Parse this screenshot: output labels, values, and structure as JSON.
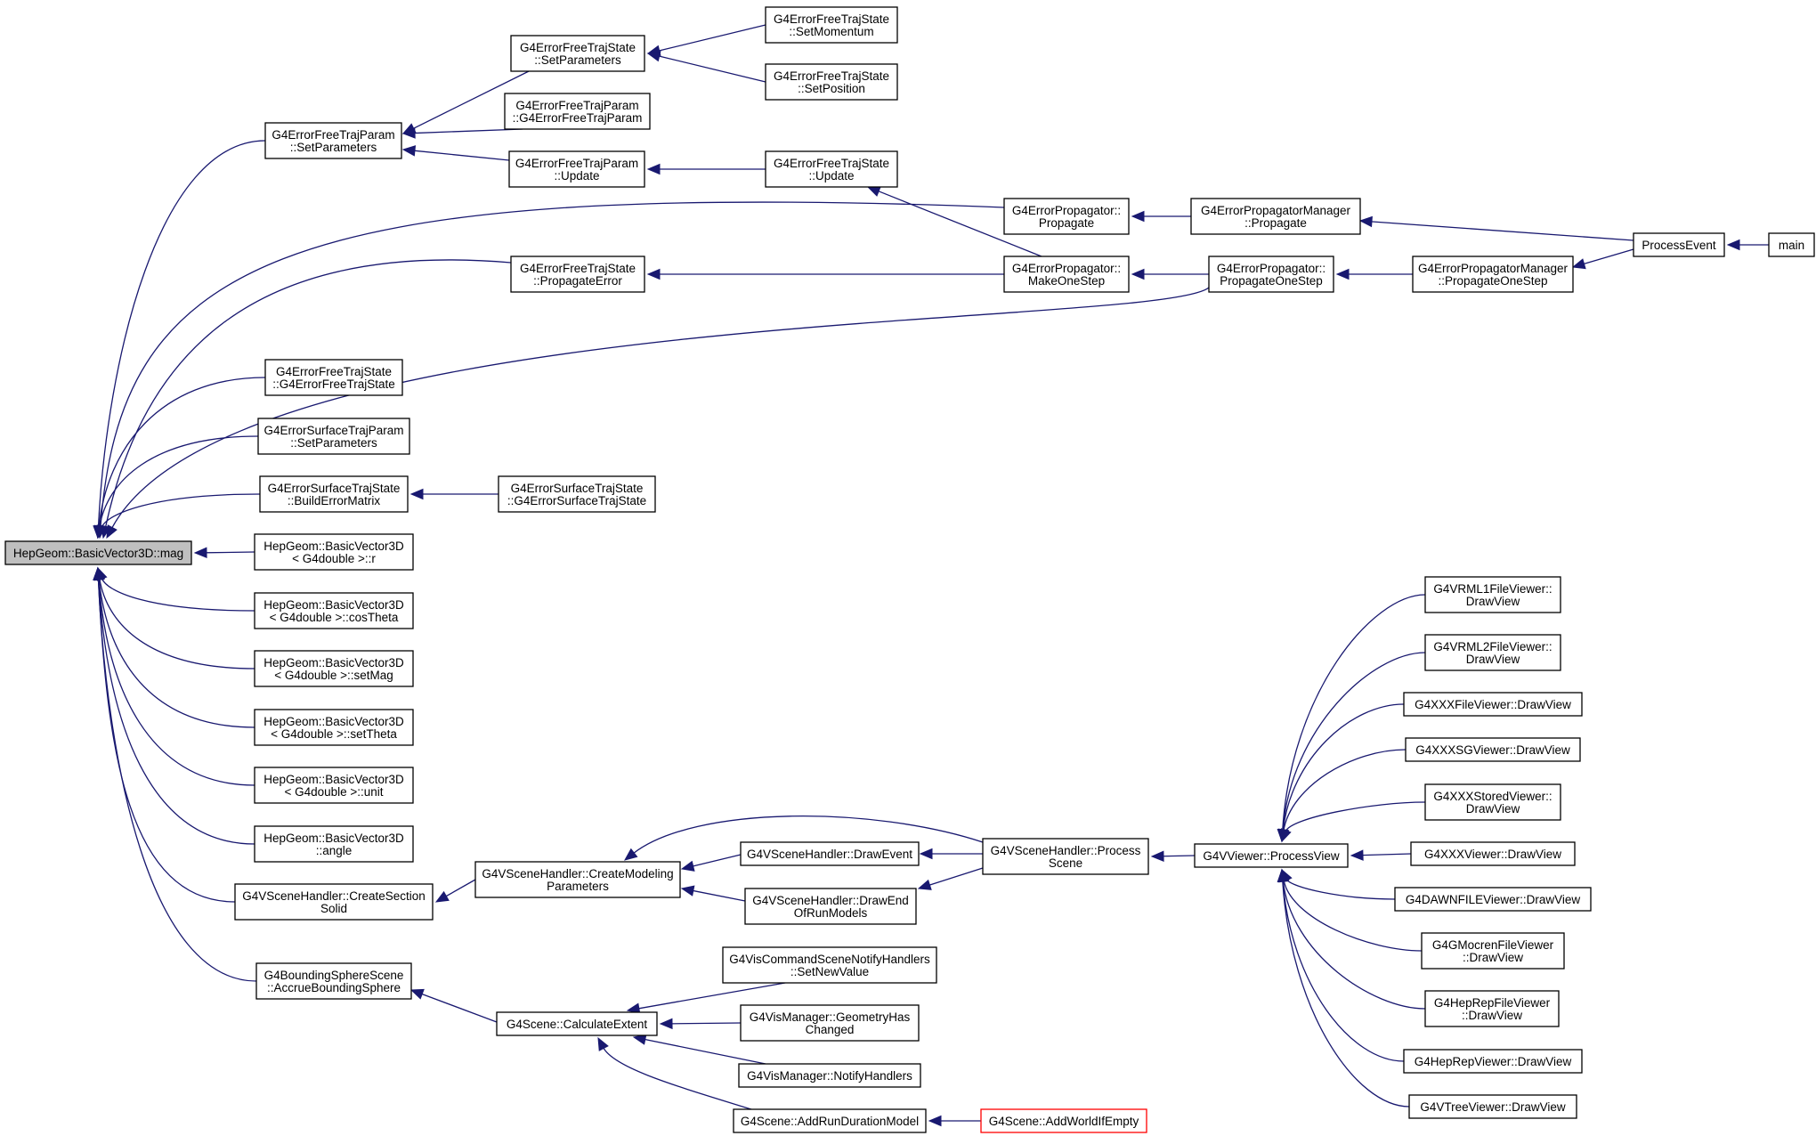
{
  "nodes": [
    {
      "id": "n_root",
      "lines": [
        "HepGeom::BasicVector3D::mag"
      ],
      "root": true
    },
    {
      "id": "n_etp_setparams",
      "lines": [
        "G4ErrorFreeTrajParam",
        "::SetParameters"
      ]
    },
    {
      "id": "n_ets_setparams",
      "lines": [
        "G4ErrorFreeTrajState",
        "::SetParameters"
      ]
    },
    {
      "id": "n_etp_ctor",
      "lines": [
        "G4ErrorFreeTrajParam",
        "::G4ErrorFreeTrajParam"
      ]
    },
    {
      "id": "n_etp_update",
      "lines": [
        "G4ErrorFreeTrajParam",
        "::Update"
      ]
    },
    {
      "id": "n_ets_setmomentum",
      "lines": [
        "G4ErrorFreeTrajState",
        "::SetMomentum"
      ]
    },
    {
      "id": "n_ets_setposition",
      "lines": [
        "G4ErrorFreeTrajState",
        "::SetPosition"
      ]
    },
    {
      "id": "n_ets_update",
      "lines": [
        "G4ErrorFreeTrajState",
        "::Update"
      ]
    },
    {
      "id": "n_ep_propagate",
      "lines": [
        "G4ErrorPropagator::",
        "Propagate"
      ]
    },
    {
      "id": "n_epm_propagate",
      "lines": [
        "G4ErrorPropagatorManager",
        "::Propagate"
      ]
    },
    {
      "id": "n_processevent",
      "lines": [
        "ProcessEvent"
      ]
    },
    {
      "id": "n_main",
      "lines": [
        "main"
      ]
    },
    {
      "id": "n_ets_propagateerror",
      "lines": [
        "G4ErrorFreeTrajState",
        "::PropagateError"
      ]
    },
    {
      "id": "n_ep_makeonestep",
      "lines": [
        "G4ErrorPropagator::",
        "MakeOneStep"
      ]
    },
    {
      "id": "n_ep_propagateonestep",
      "lines": [
        "G4ErrorPropagator::",
        "PropagateOneStep"
      ]
    },
    {
      "id": "n_epm_propagateonestep",
      "lines": [
        "G4ErrorPropagatorManager",
        "::PropagateOneStep"
      ]
    },
    {
      "id": "n_ets_ctor",
      "lines": [
        "G4ErrorFreeTrajState",
        "::G4ErrorFreeTrajState"
      ]
    },
    {
      "id": "n_estp_setparams",
      "lines": [
        "G4ErrorSurfaceTrajParam",
        "::SetParameters"
      ]
    },
    {
      "id": "n_ests_builderror",
      "lines": [
        "G4ErrorSurfaceTrajState",
        "::BuildErrorMatrix"
      ]
    },
    {
      "id": "n_ests_ctor",
      "lines": [
        "G4ErrorSurfaceTrajState",
        "::G4ErrorSurfaceTrajState"
      ]
    },
    {
      "id": "n_bv_r",
      "lines": [
        "HepGeom::BasicVector3D",
        "< G4double >::r"
      ]
    },
    {
      "id": "n_bv_costheta",
      "lines": [
        "HepGeom::BasicVector3D",
        "< G4double >::cosTheta"
      ]
    },
    {
      "id": "n_bv_setmag",
      "lines": [
        "HepGeom::BasicVector3D",
        "< G4double >::setMag"
      ]
    },
    {
      "id": "n_bv_settheta",
      "lines": [
        "HepGeom::BasicVector3D",
        "< G4double >::setTheta"
      ]
    },
    {
      "id": "n_bv_unit",
      "lines": [
        "HepGeom::BasicVector3D",
        "< G4double >::unit"
      ]
    },
    {
      "id": "n_bv_angle",
      "lines": [
        "HepGeom::BasicVector3D",
        "::angle"
      ]
    },
    {
      "id": "n_vsh_createsection",
      "lines": [
        "G4VSceneHandler::CreateSection",
        "Solid"
      ]
    },
    {
      "id": "n_vsh_createmodeling",
      "lines": [
        "G4VSceneHandler::CreateModeling",
        "Parameters"
      ]
    },
    {
      "id": "n_vsh_drawevent",
      "lines": [
        "G4VSceneHandler::DrawEvent"
      ]
    },
    {
      "id": "n_vsh_drawend",
      "lines": [
        "G4VSceneHandler::DrawEnd",
        "OfRunModels"
      ]
    },
    {
      "id": "n_vsh_processscene",
      "lines": [
        "G4VSceneHandler::Process",
        "Scene"
      ]
    },
    {
      "id": "n_vv_processview",
      "lines": [
        "G4VViewer::ProcessView"
      ]
    },
    {
      "id": "n_vrml1",
      "lines": [
        "G4VRML1FileViewer::",
        "DrawView"
      ]
    },
    {
      "id": "n_vrml2",
      "lines": [
        "G4VRML2FileViewer::",
        "DrawView"
      ]
    },
    {
      "id": "n_xxxfile",
      "lines": [
        "G4XXXFileViewer::DrawView"
      ]
    },
    {
      "id": "n_xxxsg",
      "lines": [
        "G4XXXSGViewer::DrawView"
      ]
    },
    {
      "id": "n_xxxstored",
      "lines": [
        "G4XXXStoredViewer::",
        "DrawView"
      ]
    },
    {
      "id": "n_xxx",
      "lines": [
        "G4XXXViewer::DrawView"
      ]
    },
    {
      "id": "n_dawnfile",
      "lines": [
        "G4DAWNFILEViewer::DrawView"
      ]
    },
    {
      "id": "n_gmocren",
      "lines": [
        "G4GMocrenFileViewer",
        "::DrawView"
      ]
    },
    {
      "id": "n_heprepfile",
      "lines": [
        "G4HepRepFileViewer",
        "::DrawView"
      ]
    },
    {
      "id": "n_heprep",
      "lines": [
        "G4HepRepViewer::DrawView"
      ]
    },
    {
      "id": "n_vtree",
      "lines": [
        "G4VTreeViewer::DrawView"
      ]
    },
    {
      "id": "n_bss_accrue",
      "lines": [
        "G4BoundingSphereScene",
        "::AccrueBoundingSphere"
      ]
    },
    {
      "id": "n_scene_calcextent",
      "lines": [
        "G4Scene::CalculateExtent"
      ]
    },
    {
      "id": "n_vcsnh_setnewvalue",
      "lines": [
        "G4VisCommandSceneNotifyHandlers",
        "::SetNewValue"
      ]
    },
    {
      "id": "n_vm_geometryhas",
      "lines": [
        "G4VisManager::GeometryHas",
        "Changed"
      ]
    },
    {
      "id": "n_vm_notifyhandlers",
      "lines": [
        "G4VisManager::NotifyHandlers"
      ]
    },
    {
      "id": "n_scene_addrunduration",
      "lines": [
        "G4Scene::AddRunDurationModel"
      ]
    },
    {
      "id": "n_scene_addworld",
      "lines": [
        "G4Scene::AddWorldIfEmpty"
      ],
      "red": true
    }
  ],
  "edges": [
    [
      "n_etp_setparams",
      "n_root"
    ],
    [
      "n_ets_setparams",
      "n_etp_setparams"
    ],
    [
      "n_etp_ctor",
      "n_etp_setparams"
    ],
    [
      "n_etp_update",
      "n_etp_setparams"
    ],
    [
      "n_ets_setmomentum",
      "n_ets_setparams"
    ],
    [
      "n_ets_setposition",
      "n_ets_setparams"
    ],
    [
      "n_ets_update",
      "n_etp_update"
    ],
    [
      "n_ep_makeonestep",
      "n_ets_update"
    ],
    [
      "n_ep_propagate",
      "n_root"
    ],
    [
      "n_epm_propagate",
      "n_ep_propagate"
    ],
    [
      "n_processevent",
      "n_epm_propagate"
    ],
    [
      "n_main",
      "n_processevent"
    ],
    [
      "n_ets_propagateerror",
      "n_root"
    ],
    [
      "n_ep_makeonestep",
      "n_ets_propagateerror"
    ],
    [
      "n_ep_propagateonestep",
      "n_ep_makeonestep"
    ],
    [
      "n_ep_propagateonestep",
      "n_root"
    ],
    [
      "n_epm_propagateonestep",
      "n_ep_propagateonestep"
    ],
    [
      "n_processevent",
      "n_epm_propagateonestep"
    ],
    [
      "n_ets_ctor",
      "n_root"
    ],
    [
      "n_estp_setparams",
      "n_root"
    ],
    [
      "n_ests_builderror",
      "n_root"
    ],
    [
      "n_ests_ctor",
      "n_ests_builderror"
    ],
    [
      "n_bv_r",
      "n_root"
    ],
    [
      "n_bv_costheta",
      "n_root"
    ],
    [
      "n_bv_setmag",
      "n_root"
    ],
    [
      "n_bv_settheta",
      "n_root"
    ],
    [
      "n_bv_unit",
      "n_root"
    ],
    [
      "n_bv_angle",
      "n_root"
    ],
    [
      "n_vsh_createsection",
      "n_root"
    ],
    [
      "n_bss_accrue",
      "n_root"
    ],
    [
      "n_vsh_createmodeling",
      "n_vsh_createsection"
    ],
    [
      "n_vsh_drawevent",
      "n_vsh_createmodeling"
    ],
    [
      "n_vsh_drawend",
      "n_vsh_createmodeling"
    ],
    [
      "n_vsh_processscene",
      "n_vsh_createmodeling"
    ],
    [
      "n_vsh_processscene",
      "n_vsh_drawevent"
    ],
    [
      "n_vsh_processscene",
      "n_vsh_drawend"
    ],
    [
      "n_vv_processview",
      "n_vsh_processscene"
    ],
    [
      "n_vrml1",
      "n_vv_processview"
    ],
    [
      "n_vrml2",
      "n_vv_processview"
    ],
    [
      "n_xxxfile",
      "n_vv_processview"
    ],
    [
      "n_xxxsg",
      "n_vv_processview"
    ],
    [
      "n_xxxstored",
      "n_vv_processview"
    ],
    [
      "n_xxx",
      "n_vv_processview"
    ],
    [
      "n_dawnfile",
      "n_vv_processview"
    ],
    [
      "n_gmocren",
      "n_vv_processview"
    ],
    [
      "n_heprepfile",
      "n_vv_processview"
    ],
    [
      "n_heprep",
      "n_vv_processview"
    ],
    [
      "n_vtree",
      "n_vv_processview"
    ],
    [
      "n_scene_calcextent",
      "n_bss_accrue"
    ],
    [
      "n_vcsnh_setnewvalue",
      "n_scene_calcextent"
    ],
    [
      "n_vm_geometryhas",
      "n_scene_calcextent"
    ],
    [
      "n_vm_notifyhandlers",
      "n_scene_calcextent"
    ],
    [
      "n_scene_addrunduration",
      "n_scene_calcextent"
    ],
    [
      "n_scene_addworld",
      "n_scene_addrunduration"
    ]
  ],
  "colors": {
    "edge": "#191970",
    "node_border": "#000000",
    "root_fill": "#bfbfbf",
    "highlight_border": "#ff0000"
  }
}
